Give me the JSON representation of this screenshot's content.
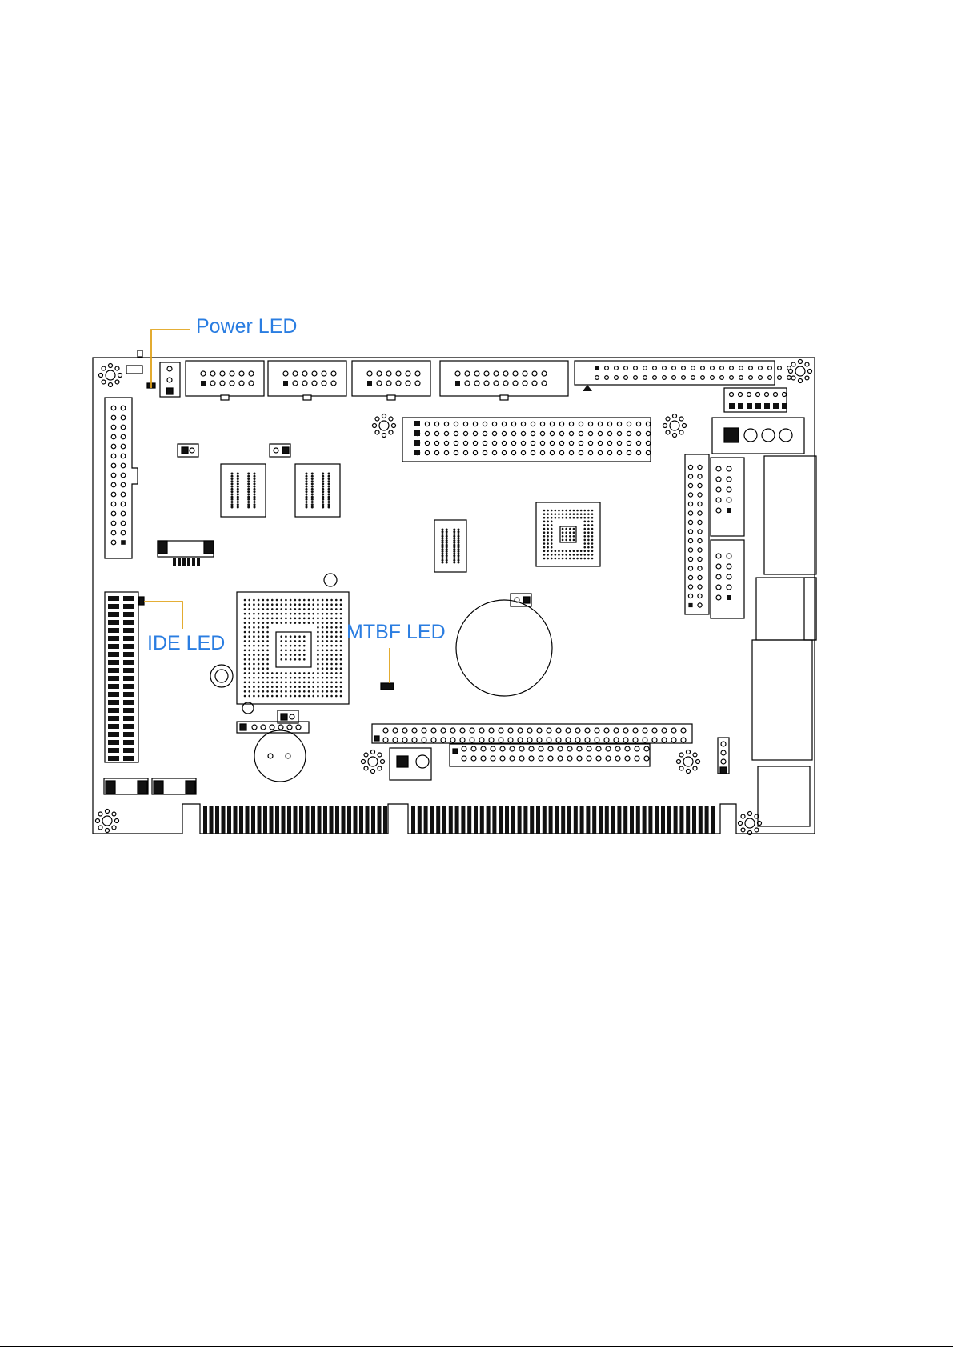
{
  "diagram": {
    "labels": {
      "power_led": "Power LED",
      "ide_led": "IDE LED",
      "mtbf_led": "MTBF LED"
    },
    "colors": {
      "label_text": "#2a7de1",
      "leader_line": "#e0a21a",
      "outline": "#000000",
      "fill_dark": "#111111",
      "background": "#ffffff"
    }
  }
}
